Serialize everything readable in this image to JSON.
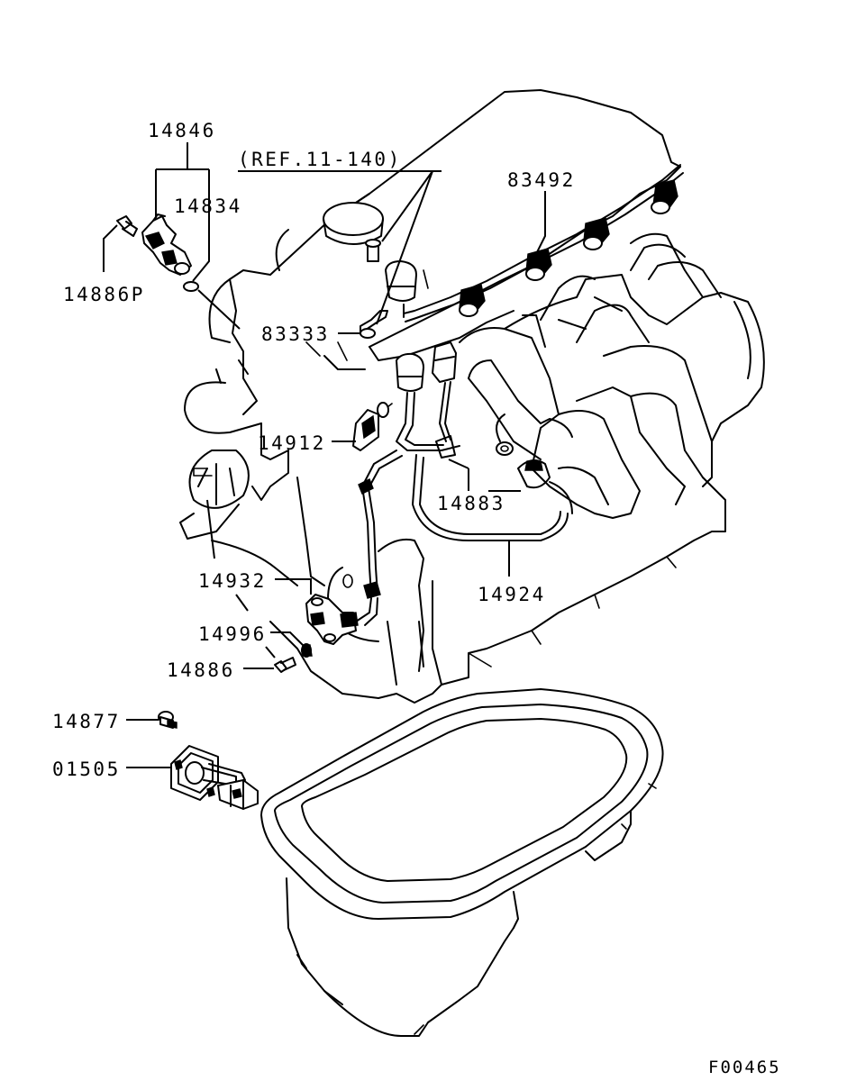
{
  "labels": {
    "p14846": "14846",
    "p14834": "14834",
    "p14886p": "14886P",
    "ref": "(REF.11-140)",
    "p83492": "83492",
    "p83333": "83333",
    "p14912": "14912",
    "p14883": "14883",
    "p14924": "14924",
    "p14932": "14932",
    "p14996": "14996",
    "p14886": "14886",
    "p14877": "14877",
    "p01505": "01505"
  },
  "figure_code": "F00465"
}
